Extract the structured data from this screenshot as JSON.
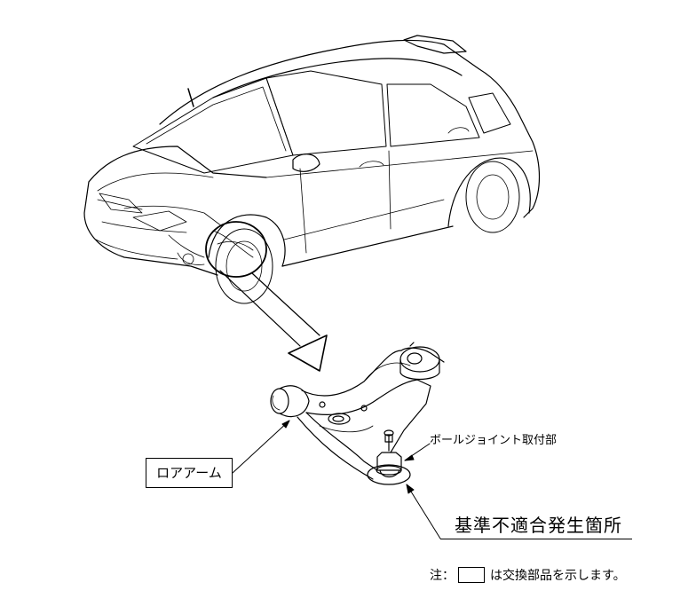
{
  "labels": {
    "lower_arm": "ロアアーム",
    "ball_joint": "ボールジョイント取付部",
    "nonconformity": "基準不適合発生箇所"
  },
  "note": {
    "prefix": "注：",
    "suffix": "は交換部品を示します。"
  },
  "colors": {
    "line": "#000000",
    "background": "#ffffff"
  }
}
